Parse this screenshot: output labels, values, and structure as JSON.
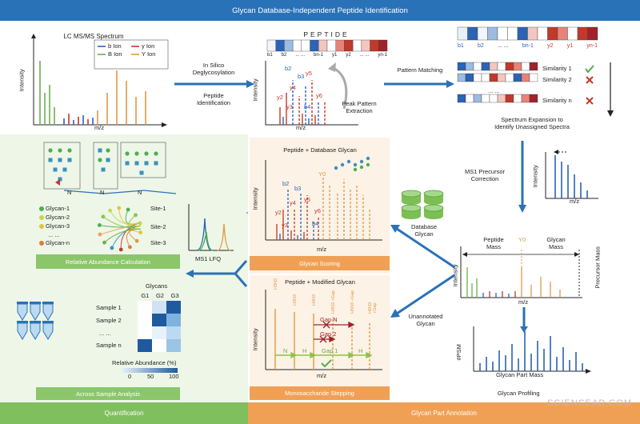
{
  "banner": {
    "title": "Glycan Database-Independent Peptide Identification",
    "color": "#2a72b8"
  },
  "spectrum": {
    "title": "LC MS/MS Spectrum",
    "ylabel": "Intensity",
    "xlabel": "m/z",
    "legend": [
      {
        "label": "b Ion",
        "color": "#2b63b5"
      },
      {
        "label": "y Ion",
        "color": "#c0392b"
      },
      {
        "label": "B Ion",
        "color": "#6ab04c"
      },
      {
        "label": "Y Ion",
        "color": "#e09a45"
      }
    ]
  },
  "step_insilico": {
    "line1": "In Silico",
    "line2": "Deglycosylation",
    "line3": "Peptide",
    "line4": "Identification"
  },
  "peptide_panel": {
    "sequence": "PEPTIDE",
    "ylabel": "Intensity",
    "xlabel": "m/z",
    "ion_labels": [
      "b1",
      "b2",
      "... ...",
      "bn-1",
      "y1",
      "y2",
      "... ...",
      "yn-1"
    ],
    "peaks": [
      "b2",
      "b3",
      "y2",
      "y3",
      "y4",
      "y5",
      "b4",
      "y6"
    ],
    "extraction": {
      "line1": "Peak Pattern",
      "line2": "Extraction"
    }
  },
  "pattern_matching": {
    "label": "Pattern Matching"
  },
  "similarity_panel": {
    "ion_labels": [
      "b1",
      "b2",
      "... ...",
      "bn-1",
      "y2",
      "y1",
      "yn-1"
    ],
    "rows": [
      {
        "label": "Similarity 1",
        "mark": "check"
      },
      {
        "label": "Similarity 2",
        "mark": "cross"
      },
      {
        "label": "... ...",
        "mark": ""
      },
      {
        "label": "Similarity n",
        "mark": "cross"
      }
    ],
    "dots": "... ...",
    "expansion": {
      "line1": "Spectrum Expansion to",
      "line2": "Identify Unassigned Spectra"
    }
  },
  "ms1_correction": {
    "line1": "MS1 Precursor",
    "line2": "Correction",
    "ylabel": "Intensity",
    "xlabel": "m/z"
  },
  "glycan_part": {
    "ylabel": "Intensity",
    "xlabel": "m/z",
    "peptide": {
      "line1": "Peptide",
      "line2": "Mass"
    },
    "y0": "Y0",
    "glycan": {
      "line1": "Glycan",
      "line2": "Mass"
    },
    "precursor": "Precursor Mass"
  },
  "profiling": {
    "ylabel": "#PSM",
    "xlabel": "Glycan Part Mass",
    "caption": "Glycan Profiling"
  },
  "database_glycan": {
    "line1": "Database",
    "line2": "Glycan"
  },
  "unannotated_glycan": {
    "line1": "Unannotated",
    "line2": "Glycan"
  },
  "scoring_panel": {
    "title": "Peptide + Database Glycan",
    "ylabel": "Intensity",
    "xlabel": "m/z",
    "y0": "Y0",
    "peaks": [
      "b2",
      "b3",
      "y2",
      "y3",
      "y4",
      "y5",
      "y6",
      "b4"
    ],
    "bar": "Glycan Scoring",
    "bar_color": "#f0a055"
  },
  "stepping_panel": {
    "title": "Peptide + Modified Glycan",
    "ylabel": "Intensity",
    "xlabel": "m/z",
    "top_labels": [
      "H3N2",
      "H3N3",
      "H4N3",
      "H4N3 +Gap",
      "H5N3 +Gap",
      "H6N3 +Gap"
    ],
    "gaps": [
      "Gap N",
      "Gap 2",
      "Gap 1"
    ],
    "steps": [
      "N",
      "H",
      "H"
    ],
    "bar": "Monosaccharide Stepping",
    "bar_color": "#f0a055"
  },
  "ms1_lfq": {
    "label": "MS1 LFQ"
  },
  "glycan_network": {
    "glycans": [
      "Glycan-1",
      "Glycan-2",
      "Glycan-3",
      "... ...",
      "Glycan-n"
    ],
    "sites": [
      "Site-1",
      "Site-2",
      "Site-3"
    ],
    "node": "N",
    "bar": "Relative Abundance Calculation",
    "bar_color": "#8bc76a"
  },
  "sample_panel": {
    "header": "Glycans",
    "cols": [
      "G1",
      "G2",
      "G3"
    ],
    "rows": [
      "Sample 1",
      "Sample 2",
      "... ...",
      "Sample n"
    ],
    "legend_title": "Relative Abundance (%)",
    "legend_ticks": [
      "0",
      "50",
      "100"
    ],
    "bar": "Across Sample Analysis",
    "bar_color": "#8bc76a"
  },
  "profiling_bar": {
    "label": "Glycan Profiling"
  },
  "footer": {
    "left": "Quantification",
    "left_color": "#7fbf5e",
    "right": "Glycan Part Annotation",
    "right_color": "#f0a055"
  },
  "watermark": "SCIENCEAD.COM"
}
